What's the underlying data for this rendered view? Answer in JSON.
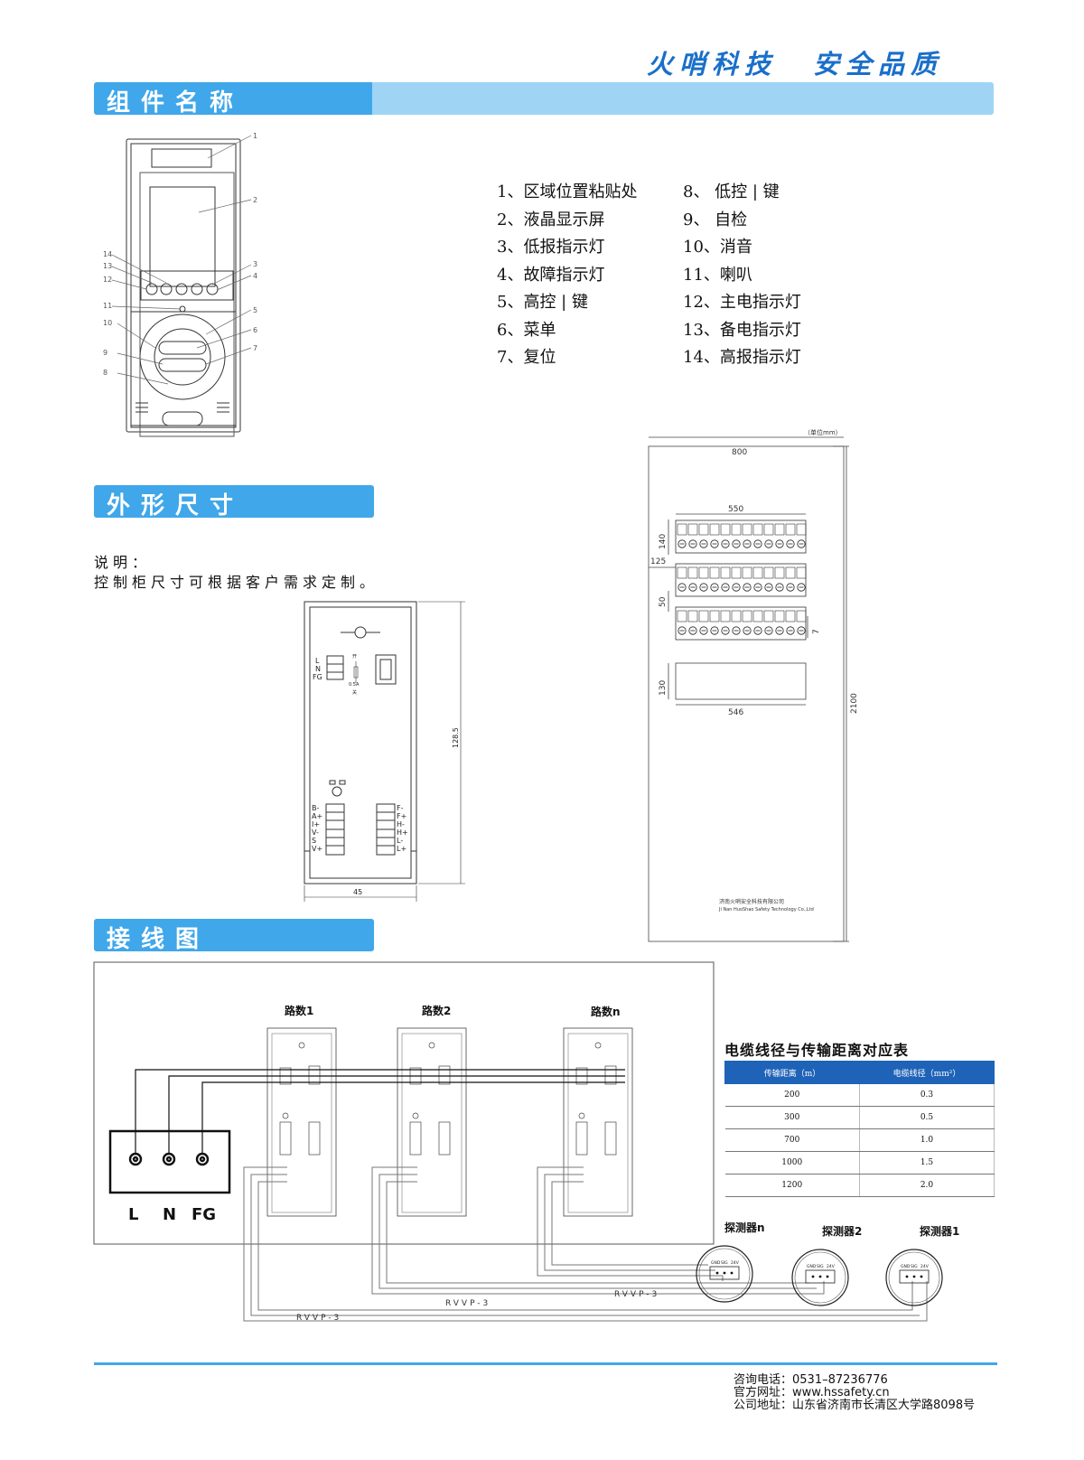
{
  "header": {
    "slogan_left": "火哨科技",
    "slogan_right": "安全品质"
  },
  "sections": {
    "components": "组件名称",
    "dimensions": "外形尺寸",
    "wiring": "接线图"
  },
  "components_legend": {
    "left": [
      "1、区域位置粘贴处",
      "2、液晶显示屏",
      "3、低报指示灯",
      "4、故障指示灯",
      "5、高控 | 键",
      "6、菜单",
      "7、复位"
    ],
    "right": [
      "8、 低控 | 键",
      "9、 自检",
      "10、消音",
      "11、喇叭",
      "12、主电指示灯",
      "13、备电指示灯",
      "14、高报指示灯"
    ]
  },
  "panel_callouts": [
    "1",
    "2",
    "3",
    "4",
    "5",
    "6",
    "7",
    "8",
    "9",
    "10",
    "11",
    "12",
    "13",
    "14"
  ],
  "note": {
    "title": "说明：",
    "text": "控制柜尺寸可根据客户需求定制。"
  },
  "device_drawing": {
    "left_terms": [
      "L",
      "N",
      "FG"
    ],
    "switch_labels": [
      "开",
      "0.5A",
      "关"
    ],
    "bottom_left_terms": [
      "B-",
      "A+",
      "I+",
      "V-",
      "S",
      "V+"
    ],
    "bottom_right_terms": [
      "F-",
      "F+",
      "H-",
      "H+",
      "L-",
      "L+"
    ],
    "height_dim": "128.5",
    "width_dim": "45"
  },
  "cabinet": {
    "unit": "（单位mm）",
    "width": "800",
    "height": "2100",
    "rail_width": "550",
    "rail_row_height": "140",
    "left_offset": "125",
    "gap": "50",
    "small": "7",
    "box_height": "130",
    "box_width": "546",
    "company_cn": "济南火哨安全科技有限公司",
    "company_en": "Ji Nan HuoShao Safety Technology Co.,Ltd"
  },
  "wiring": {
    "channels": [
      "路数1",
      "路数2",
      "路数n"
    ],
    "power_terms": [
      "L",
      "N",
      "FG"
    ],
    "cable": "RVVP-3",
    "detectors": [
      "探测器n",
      "探测器2",
      "探测器1"
    ],
    "detector_pins": [
      "GND",
      "SIG",
      "24V"
    ]
  },
  "cable_table": {
    "title": "电缆线径与传输距离对应表",
    "headers": [
      "传输距离（m）",
      "电缆线径（mm²）"
    ],
    "rows": [
      [
        "200",
        "0.3"
      ],
      [
        "300",
        "0.5"
      ],
      [
        "700",
        "1.0"
      ],
      [
        "1000",
        "1.5"
      ],
      [
        "1200",
        "2.0"
      ]
    ]
  },
  "footer": {
    "phone": "咨询电话：0531–87236776",
    "website": "官方网址：www.hssafety.cn",
    "address": "公司地址：山东省济南市长清区大学路8098号"
  },
  "colors": {
    "accent": "#3fa7ea",
    "light": "#9fd4f5",
    "slogan": "#1a6fc9",
    "table_header": "#1f63b8"
  }
}
